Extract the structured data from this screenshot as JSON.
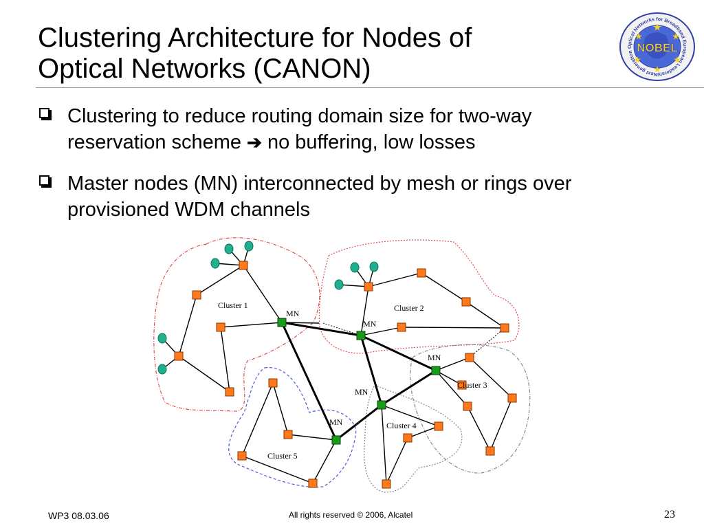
{
  "slide": {
    "title_lines": [
      "Clustering Architecture for Nodes of",
      "Optical Networks (CANON)"
    ],
    "logo": {
      "text": "NOBEL",
      "ring_text": "Next generation Optical Networks for Broadband European Leadership",
      "colors": {
        "field": "#4a68d8",
        "ring": "#3140a8",
        "stars": "#f4d020"
      }
    },
    "bullets": [
      {
        "lines": [
          "Clustering to reduce routing domain size for two-way",
          "reservation scheme"
        ],
        "arrow": "➔",
        "after_arrow": "no buffering, low losses"
      },
      {
        "lines": [
          "Master nodes (MN) interconnected by mesh or rings over",
          "provisioned WDM channels"
        ]
      }
    ]
  },
  "diagram": {
    "cluster_labels": [
      "Cluster 1",
      "Cluster 2",
      "Cluster 3",
      "Cluster 4",
      "Cluster 5"
    ],
    "mn_label": "MN",
    "colors": {
      "node": "#ff7a1a",
      "master": "#1a9a1a",
      "client": "#20b090",
      "boundary_red": "#e05050",
      "boundary_blue": "#4a5ae0",
      "boundary_gray": "#888888"
    }
  },
  "footer": {
    "left": "WP3 08.03.06",
    "center": "All rights reserved © 2006, Alcatel",
    "page": "23"
  }
}
